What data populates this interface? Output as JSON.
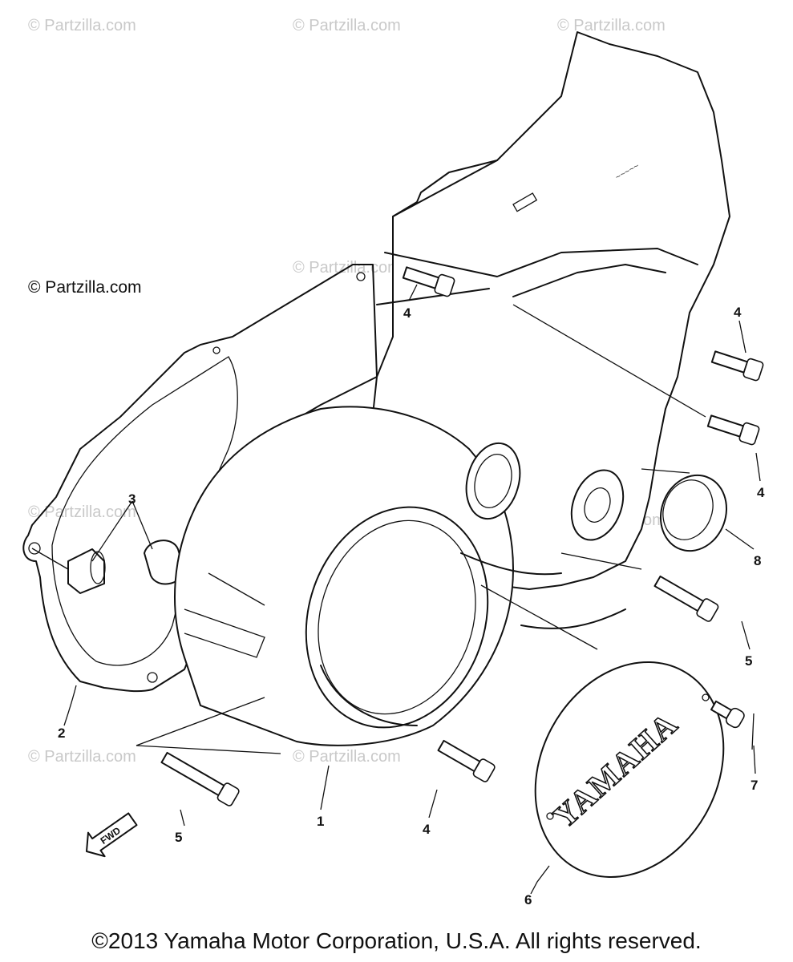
{
  "watermark": "© Partzilla.com",
  "watermark_dark": "© Partzilla.com",
  "callouts": {
    "c1": "1",
    "c2": "2",
    "c3": "3",
    "c4a": "4",
    "c4b": "4",
    "c4c": "4",
    "c4d": "4",
    "c5a": "5",
    "c5b": "5",
    "c6": "6",
    "c7": "7",
    "c8": "8"
  },
  "cover_brand": "YAMAHA",
  "fwd_label": "FWD",
  "footer": "©2013 Yamaha Motor Corporation, U.S.A. All rights reserved."
}
